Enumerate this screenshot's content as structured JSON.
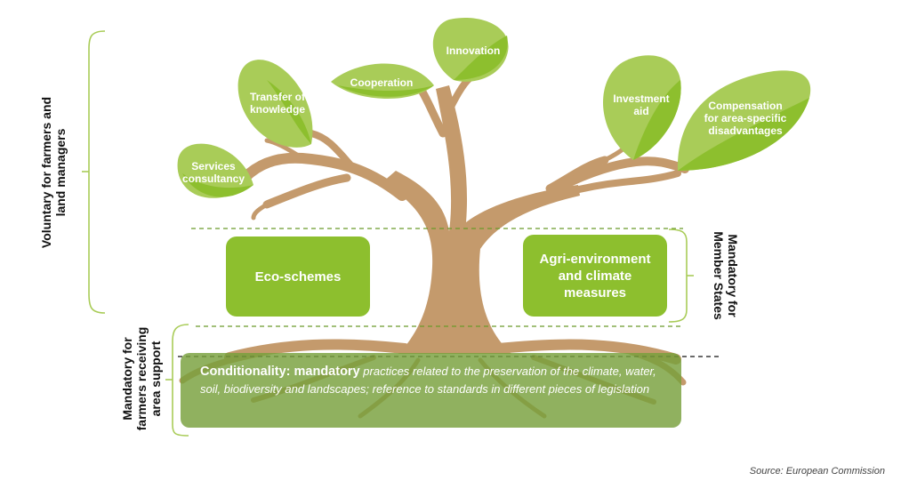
{
  "leaves": {
    "services": "Services\nconsultancy",
    "transfer": "Transfer of\nknowledge",
    "cooperation": "Cooperation",
    "innovation": "Innovation",
    "investment": "Investment\naid",
    "compensation": "Compensation\nfor area-specific\ndisadvantages"
  },
  "boxes": {
    "eco": "Eco-schemes",
    "agri": "Agri-environment\nand climate\nmeasures"
  },
  "side_labels": {
    "voluntary": "Voluntary for farmers and\nland managers",
    "member_states": "Mandatory for\nMember States",
    "farmers_support": "Mandatory for\nfarmers receiving\narea support"
  },
  "conditionality": {
    "bold": "Conditionality: mandatory",
    "italic": "practices related to the preservation of the climate, water, soil, biodiversity and landscapes; reference to standards in different pieces of legislation"
  },
  "source": "Source: European Commission",
  "colors": {
    "trunk": "#c49a6c",
    "leaf_light": "#a9cc58",
    "leaf_dark": "#8dbf2e",
    "box": "#8dbf2e",
    "conditionality_box": "#78a03c"
  }
}
